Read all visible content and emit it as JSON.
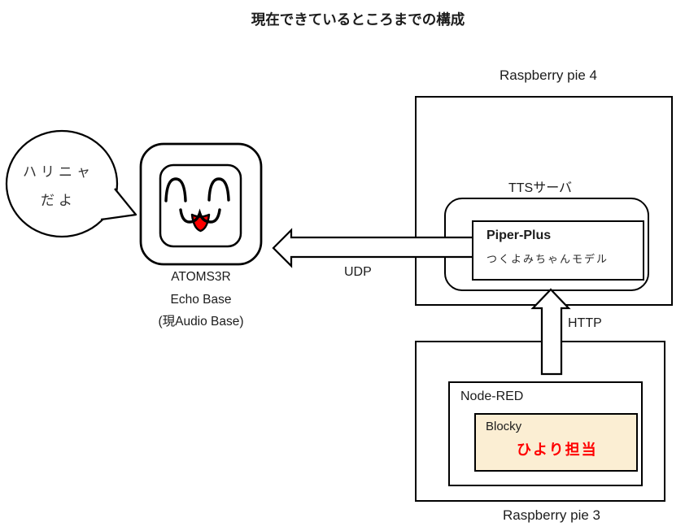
{
  "title": "現在できているところまでの構成",
  "speech_bubble": {
    "line1": "ハリニャ",
    "line2": "だよ"
  },
  "device": {
    "name": "ATOMS3R",
    "product": "Echo Base",
    "note": "(現Audio Base)"
  },
  "links": {
    "udp": "UDP",
    "http": "HTTP"
  },
  "rpi4": {
    "label": "Raspberry pie 4",
    "tts": {
      "label": "TTSサーバ",
      "piper": {
        "title": "Piper-Plus",
        "model": "つくよみちゃんモデル"
      }
    }
  },
  "rpi3": {
    "label": "Raspberry pie 3",
    "nodered": {
      "label": "Node-RED",
      "blocky": {
        "label": "Blocky",
        "owner": "ひより担当"
      }
    }
  },
  "icons": {
    "speech_bubble": "speech-bubble-icon",
    "device_face": "smiling-cat-face-icon",
    "udp_arrow": "left-block-arrow-icon",
    "http_arrow": "up-block-arrow-icon"
  },
  "colors": {
    "line": "#000000",
    "blocky_fill": "#FBEED3",
    "accent_red": "#FF0000"
  }
}
